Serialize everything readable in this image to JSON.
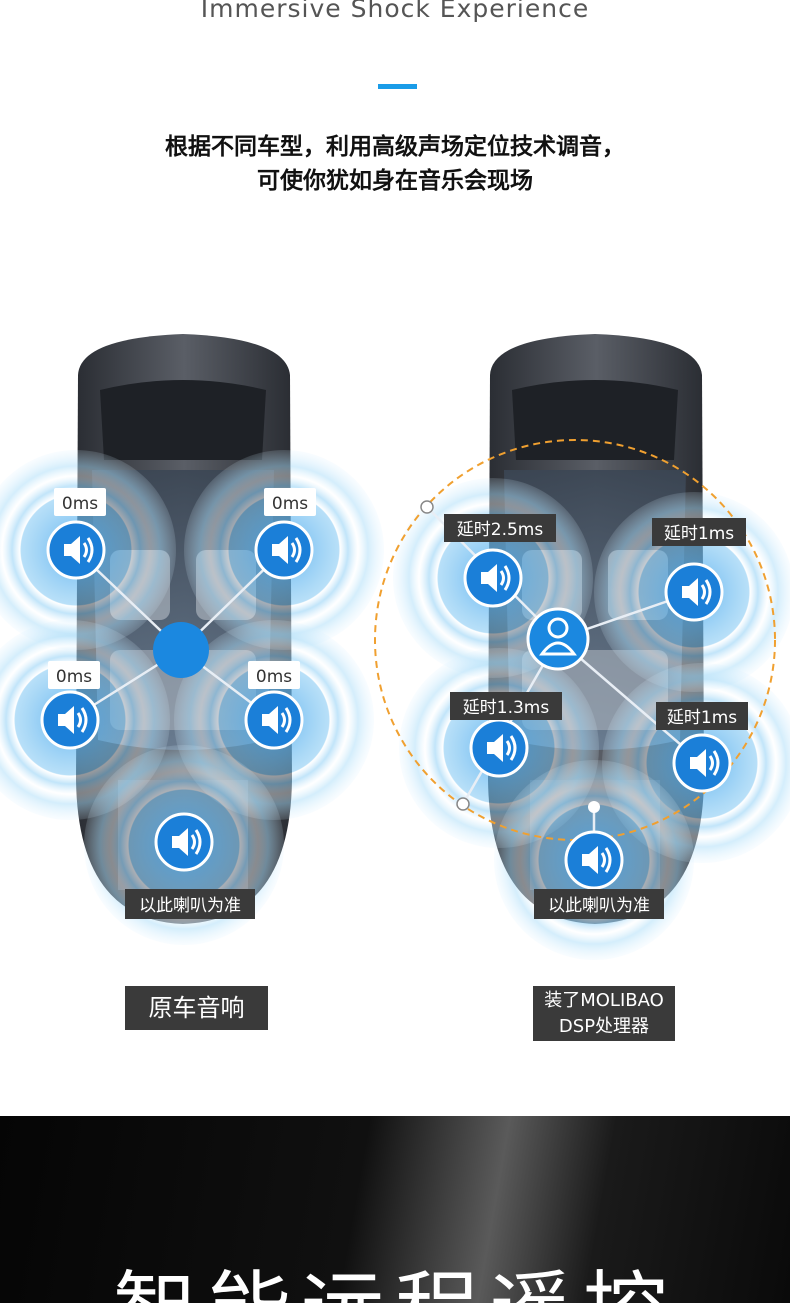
{
  "header": {
    "subtitle": "Immersive Shock Experience",
    "intro_line1": "根据不同车型，利用高级声场定位技术调音，",
    "intro_line2": "可使你犹如身在音乐会现场"
  },
  "left_car": {
    "delays": [
      "0ms",
      "0ms",
      "0ms",
      "0ms"
    ],
    "reference_label": "以此喇叭为准",
    "caption": "原车音响"
  },
  "right_car": {
    "delays": [
      "延时2.5ms",
      "延时1ms",
      "延时1.3ms",
      "延时1ms"
    ],
    "reference_label": "以此喇叭为准",
    "caption_line1": "装了MOLIBAO",
    "caption_line2": "DSP处理器"
  },
  "footer": {
    "title": "智能远程遥控"
  },
  "colors": {
    "accent": "#1a9ce8",
    "speaker_blue": "#1b7fd8",
    "glow_blue": "#7ec6f2",
    "dashed_orange": "#f0a030",
    "label_dark": "#3a3a3a"
  },
  "icons": [
    "speaker-icon",
    "user-icon"
  ]
}
